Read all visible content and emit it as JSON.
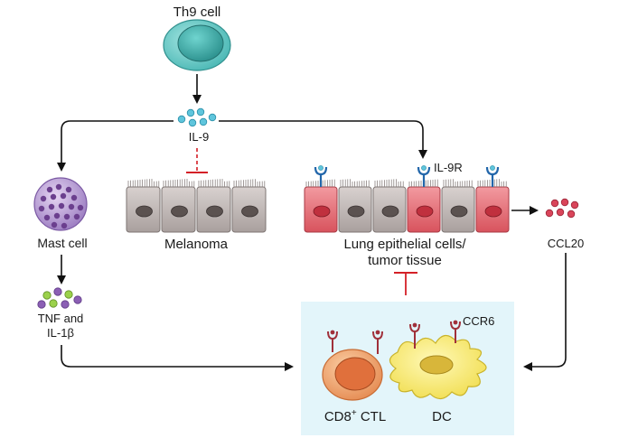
{
  "labels": {
    "th9": "Th9 cell",
    "il9": "IL-9",
    "il9r": "IL-9R",
    "mast": "Mast cell",
    "melanoma": "Melanoma",
    "lung_line1": "Lung epithelial cells/",
    "lung_line2": "tumor tissue",
    "ccl20": "CCL20",
    "tnf_line1": "TNF and",
    "tnf_line2": "IL-1β",
    "ccr6": "CCR6",
    "cd8": "CD8",
    "cd8_sup": "+",
    "ctl": " CTL",
    "dc": "DC"
  },
  "colors": {
    "arrow": "#111111",
    "inhibit": "#d42027",
    "immune_box": "#e3f5fa",
    "th9_cell": "#5cc6c4",
    "il9_dot": "#5fc5dc",
    "mast_cell": "#a98cc9",
    "mast_granule": "#6b3f8e",
    "epithelial_gray": "#bdb5b3",
    "epithelial_red": "#e36a72",
    "receptor_blue": "#2266aa",
    "receptor_red": "#a0303a",
    "ccl20_dot": "#d9455a",
    "cytokine_green": "#9bd14b",
    "cytokine_purple": "#8b5fb4",
    "ctl_cell": "#f0a070",
    "dc_cell": "#f7ec6e"
  }
}
